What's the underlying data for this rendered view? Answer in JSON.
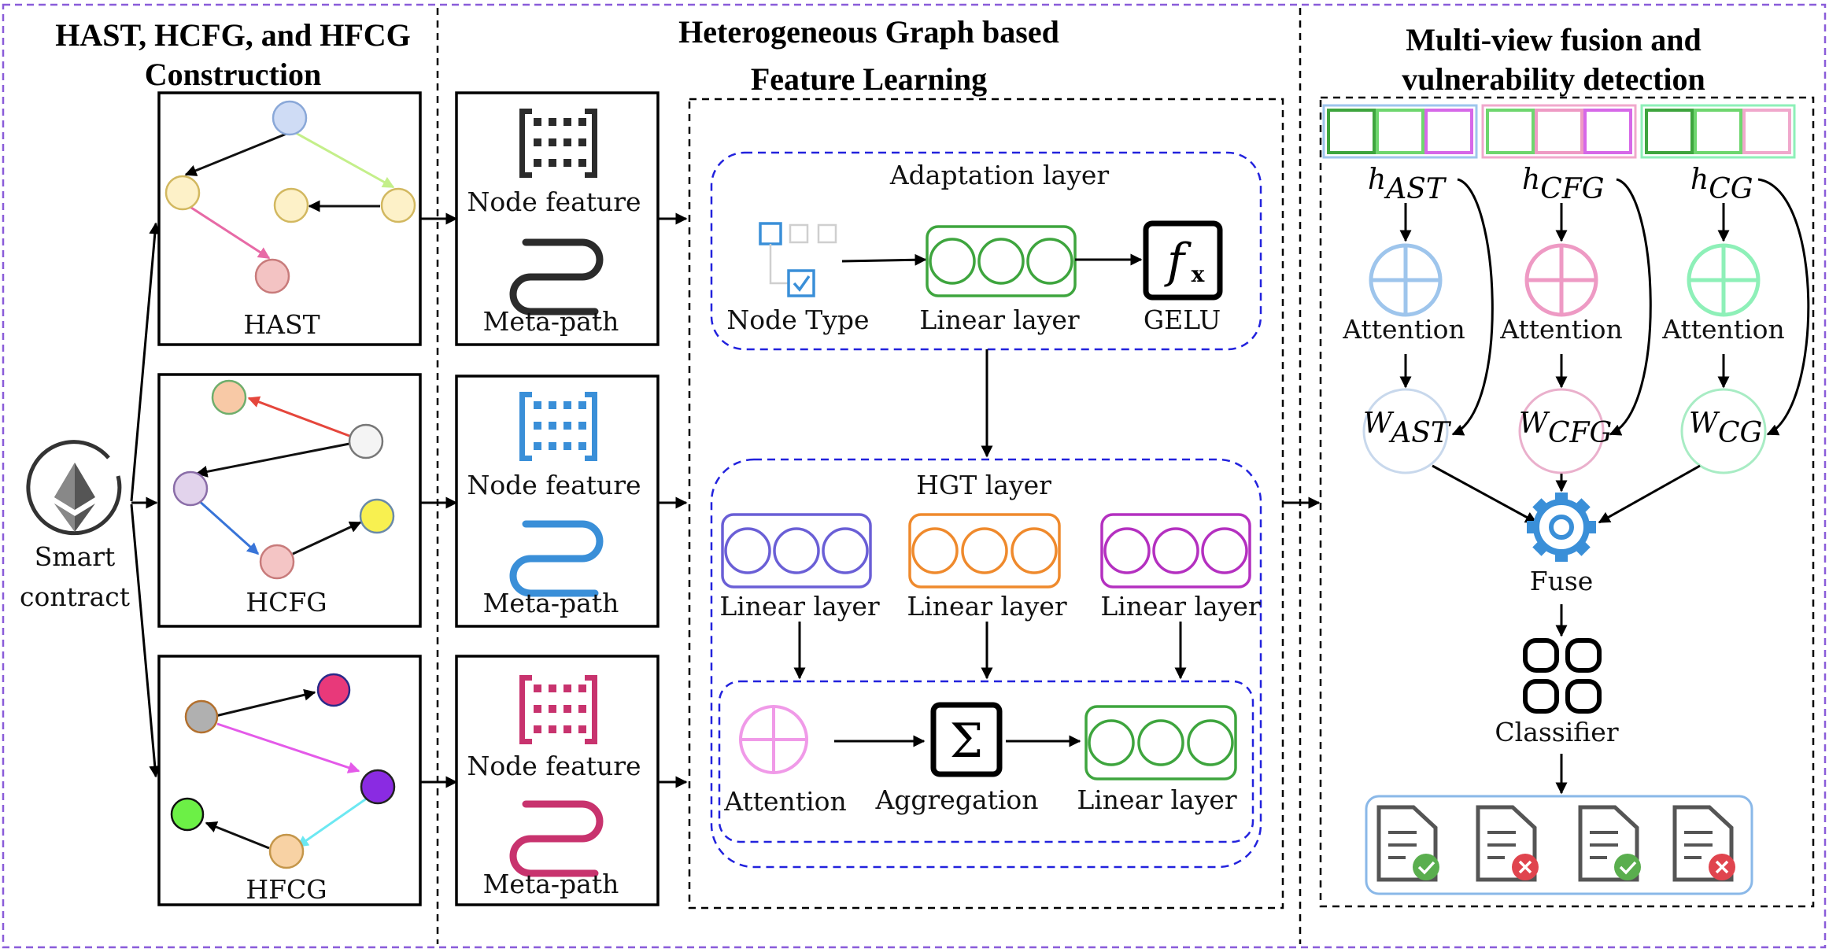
{
  "headers": {
    "construction_line1": "HAST, HCFG, and HFCG",
    "construction_line2": "Construction",
    "learning_line1": "Heterogeneous Graph based",
    "learning_line2": "Feature Learning",
    "fusion_line1": "Multi-view fusion and",
    "fusion_line2": "vulnerability detection"
  },
  "source": {
    "line1": "Smart",
    "line2": "contract"
  },
  "graphs": {
    "hast": "HAST",
    "hcfg": "HCFG",
    "hfcg": "HFCG"
  },
  "features": {
    "node_feature": "Node feature",
    "meta_path": "Meta-path"
  },
  "adaptation": {
    "title": "Adaptation layer",
    "node_type": "Node Type",
    "linear": "Linear layer",
    "activation": "GELU"
  },
  "hgt": {
    "title": "HGT  layer",
    "linear_1": "Linear layer",
    "linear_2": "Linear layer",
    "linear_3": "Linear layer",
    "attention": "Attention",
    "aggregation": "Aggregation",
    "linear_out": "Linear layer"
  },
  "fusion": {
    "h_main": "h",
    "h_ast_sub": "AST",
    "h_cfg_sub": "CFG",
    "h_cg_sub": "CG",
    "attention_1": "Attention",
    "attention_2": "Attention",
    "attention_3": "Attention",
    "w_main": "W",
    "w_ast_sub": "AST",
    "w_cfg_sub": "CFG",
    "w_cg_sub": "CG",
    "fuse": "Fuse",
    "classifier": "Classifier"
  },
  "colors": {
    "ast": "#9ec5ec",
    "cfg": "#ee9ac4",
    "cg": "#8ef0b8",
    "node_feature_black": "#2b2b2b",
    "node_feature_blue": "#3a8fd8",
    "node_feature_pink": "#c8336e",
    "hgt_blue": "#6a5fd6",
    "hgt_orange": "#ef8a2d",
    "hgt_purple": "#b430c0",
    "green": "#3ea53e",
    "ok": "#5aae4e",
    "bad": "#e0444e"
  }
}
